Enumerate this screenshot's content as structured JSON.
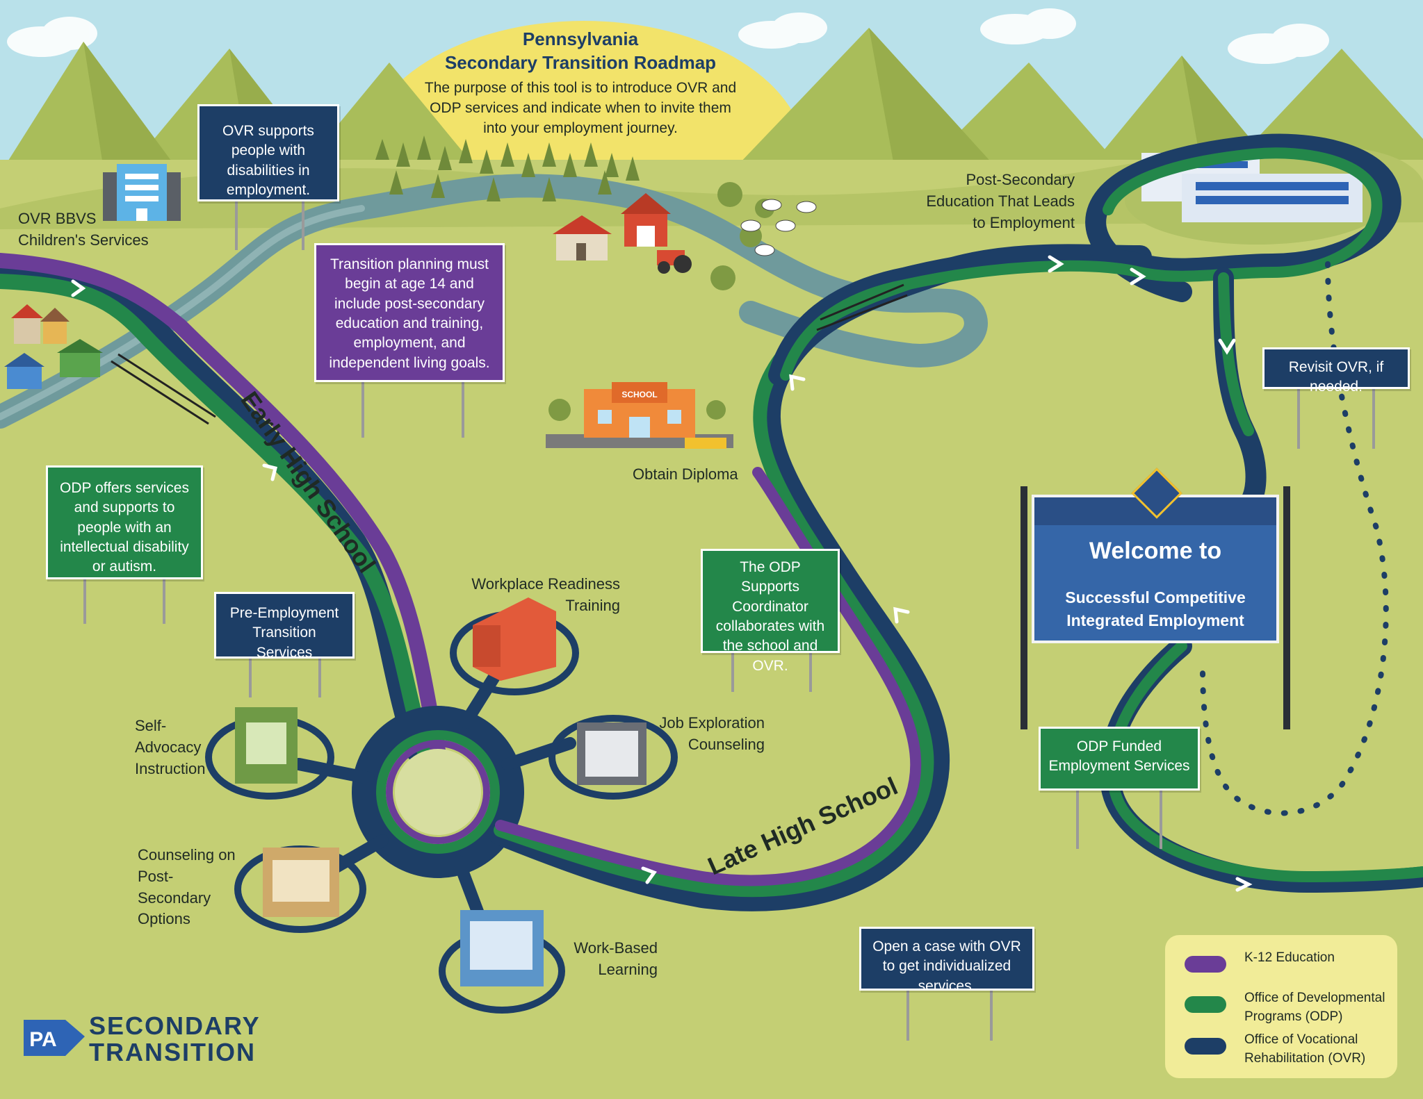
{
  "title": {
    "line1": "Pennsylvania",
    "line2": "Secondary Transition Roadmap",
    "description": "The purpose of this tool is to introduce OVR and ODP services and indicate when to invite them into your employment journey."
  },
  "signs": {
    "ovr_support": "OVR supports people with disabilities in employment.",
    "transition_planning": "Transition planning must begin at age 14 and include post-secondary education and training, employment, and independent living goals.",
    "odp_offers": "ODP offers services and supports to people with an intellectual disability or autism.",
    "pre_employment": "Pre-Employment Transition Services",
    "odp_supports_coordinator": "The ODP Supports Coordinator collaborates with the school and OVR.",
    "revisit_ovr": "Revisit OVR, if needed.",
    "odp_funded": "ODP Funded Employment Services",
    "open_case": "Open a case with OVR to get individualized services."
  },
  "labels": {
    "ovr_bbvs": "OVR BBVS Children's Services",
    "post_secondary": "Post-Secondary Education That Leads to Employment",
    "obtain_diploma": "Obtain Diploma",
    "workplace_readiness": "Workplace Readiness Training",
    "job_exploration": "Job Exploration Counseling",
    "self_advocacy": "Self-Advocacy Instruction",
    "counseling_post_secondary": "Counseling on Post-Secondary Options",
    "work_based": "Work-Based Learning",
    "school_building": "SCHOOL"
  },
  "roads": {
    "early": "Early High School",
    "late": "Late High School"
  },
  "welcome_sign": {
    "title": "Welcome to",
    "subtitle": "Successful Competitive Integrated Employment"
  },
  "legend": [
    {
      "label": "K-12 Education",
      "color": "#6a3d97"
    },
    {
      "label": "Office of Developmental Programs (ODP)",
      "color": "#23874a"
    },
    {
      "label": "Office of Vocational Rehabilitation (OVR)",
      "color": "#1d3e66"
    }
  ],
  "logo": {
    "badge": "PA",
    "line1": "SECONDARY",
    "line2": "TRANSITION"
  },
  "colors": {
    "sky": "#b9e1ea",
    "grass": "#c4cf74",
    "mountain": "#a9bd5a",
    "sun": "#f2e36a",
    "river": "#6f9a9c",
    "k12": "#6a3d97",
    "odp": "#23874a",
    "ovr": "#1d3e66"
  }
}
